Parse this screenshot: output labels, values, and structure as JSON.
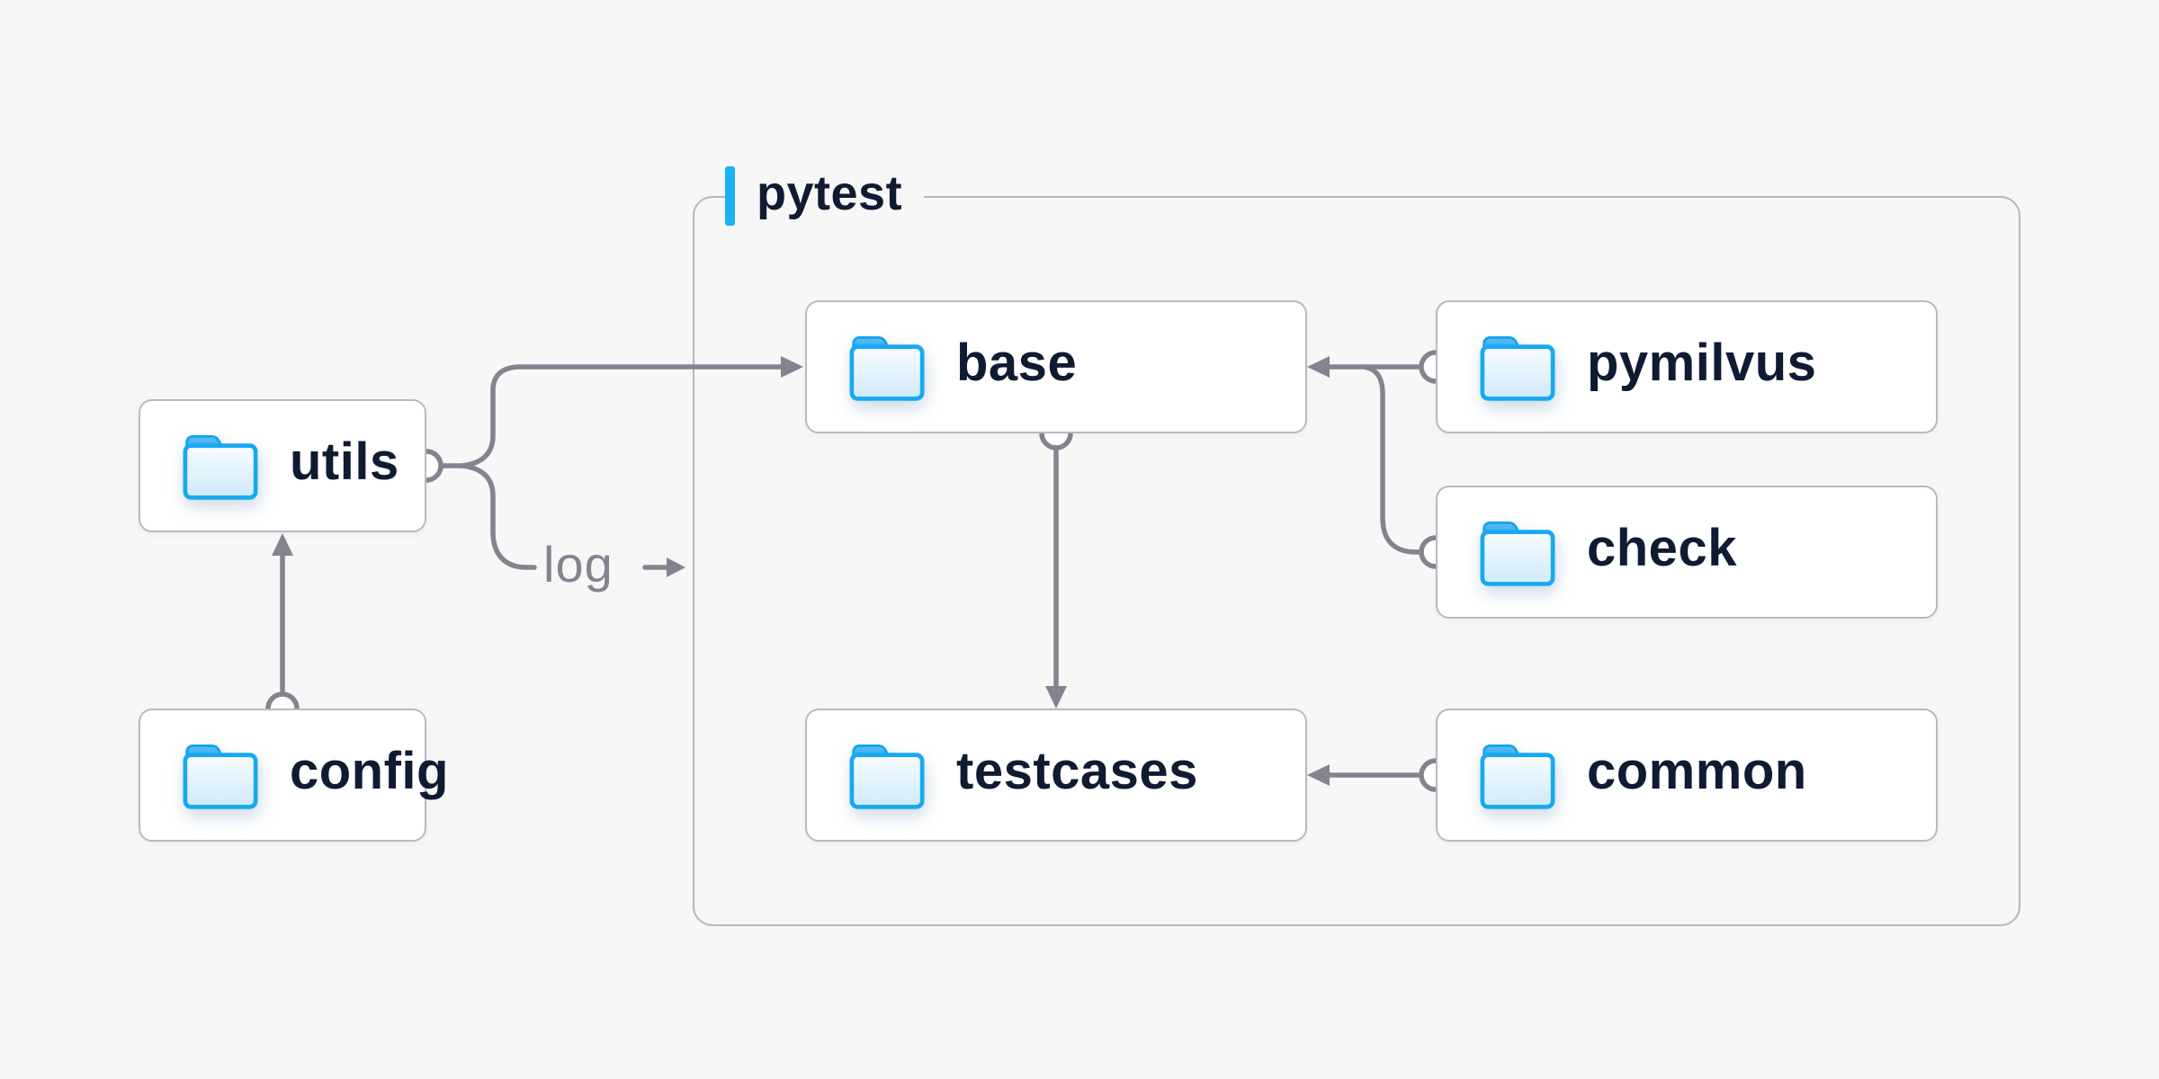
{
  "diagram": {
    "container_label": "pytest",
    "edge_label": "log",
    "accent_color": "#18b2f5",
    "wire_color": "#84848f",
    "node_text_color": "#0f1b33",
    "nodes": [
      {
        "id": "utils",
        "label": "utils",
        "icon": "folder-icon",
        "inside_container": false
      },
      {
        "id": "config",
        "label": "config",
        "icon": "folder-icon",
        "inside_container": false
      },
      {
        "id": "base",
        "label": "base",
        "icon": "folder-icon",
        "inside_container": true
      },
      {
        "id": "testcases",
        "label": "testcases",
        "icon": "folder-icon",
        "inside_container": true
      },
      {
        "id": "pymilvus",
        "label": "pymilvus",
        "icon": "folder-icon",
        "inside_container": false
      },
      {
        "id": "check",
        "label": "check",
        "icon": "folder-icon",
        "inside_container": false
      },
      {
        "id": "common",
        "label": "common",
        "icon": "folder-icon",
        "inside_container": false
      }
    ],
    "edges": [
      {
        "from": "config",
        "to": "utils",
        "type": "arrow"
      },
      {
        "from": "utils",
        "to": "base",
        "type": "arrow"
      },
      {
        "from": "utils",
        "to": "pytest",
        "type": "arrow",
        "label": "log"
      },
      {
        "from": "pymilvus",
        "to": "base",
        "type": "arrow"
      },
      {
        "from": "check",
        "to": "base",
        "type": "arrow"
      },
      {
        "from": "base",
        "to": "testcases",
        "type": "arrow"
      },
      {
        "from": "common",
        "to": "testcases",
        "type": "arrow"
      }
    ]
  }
}
